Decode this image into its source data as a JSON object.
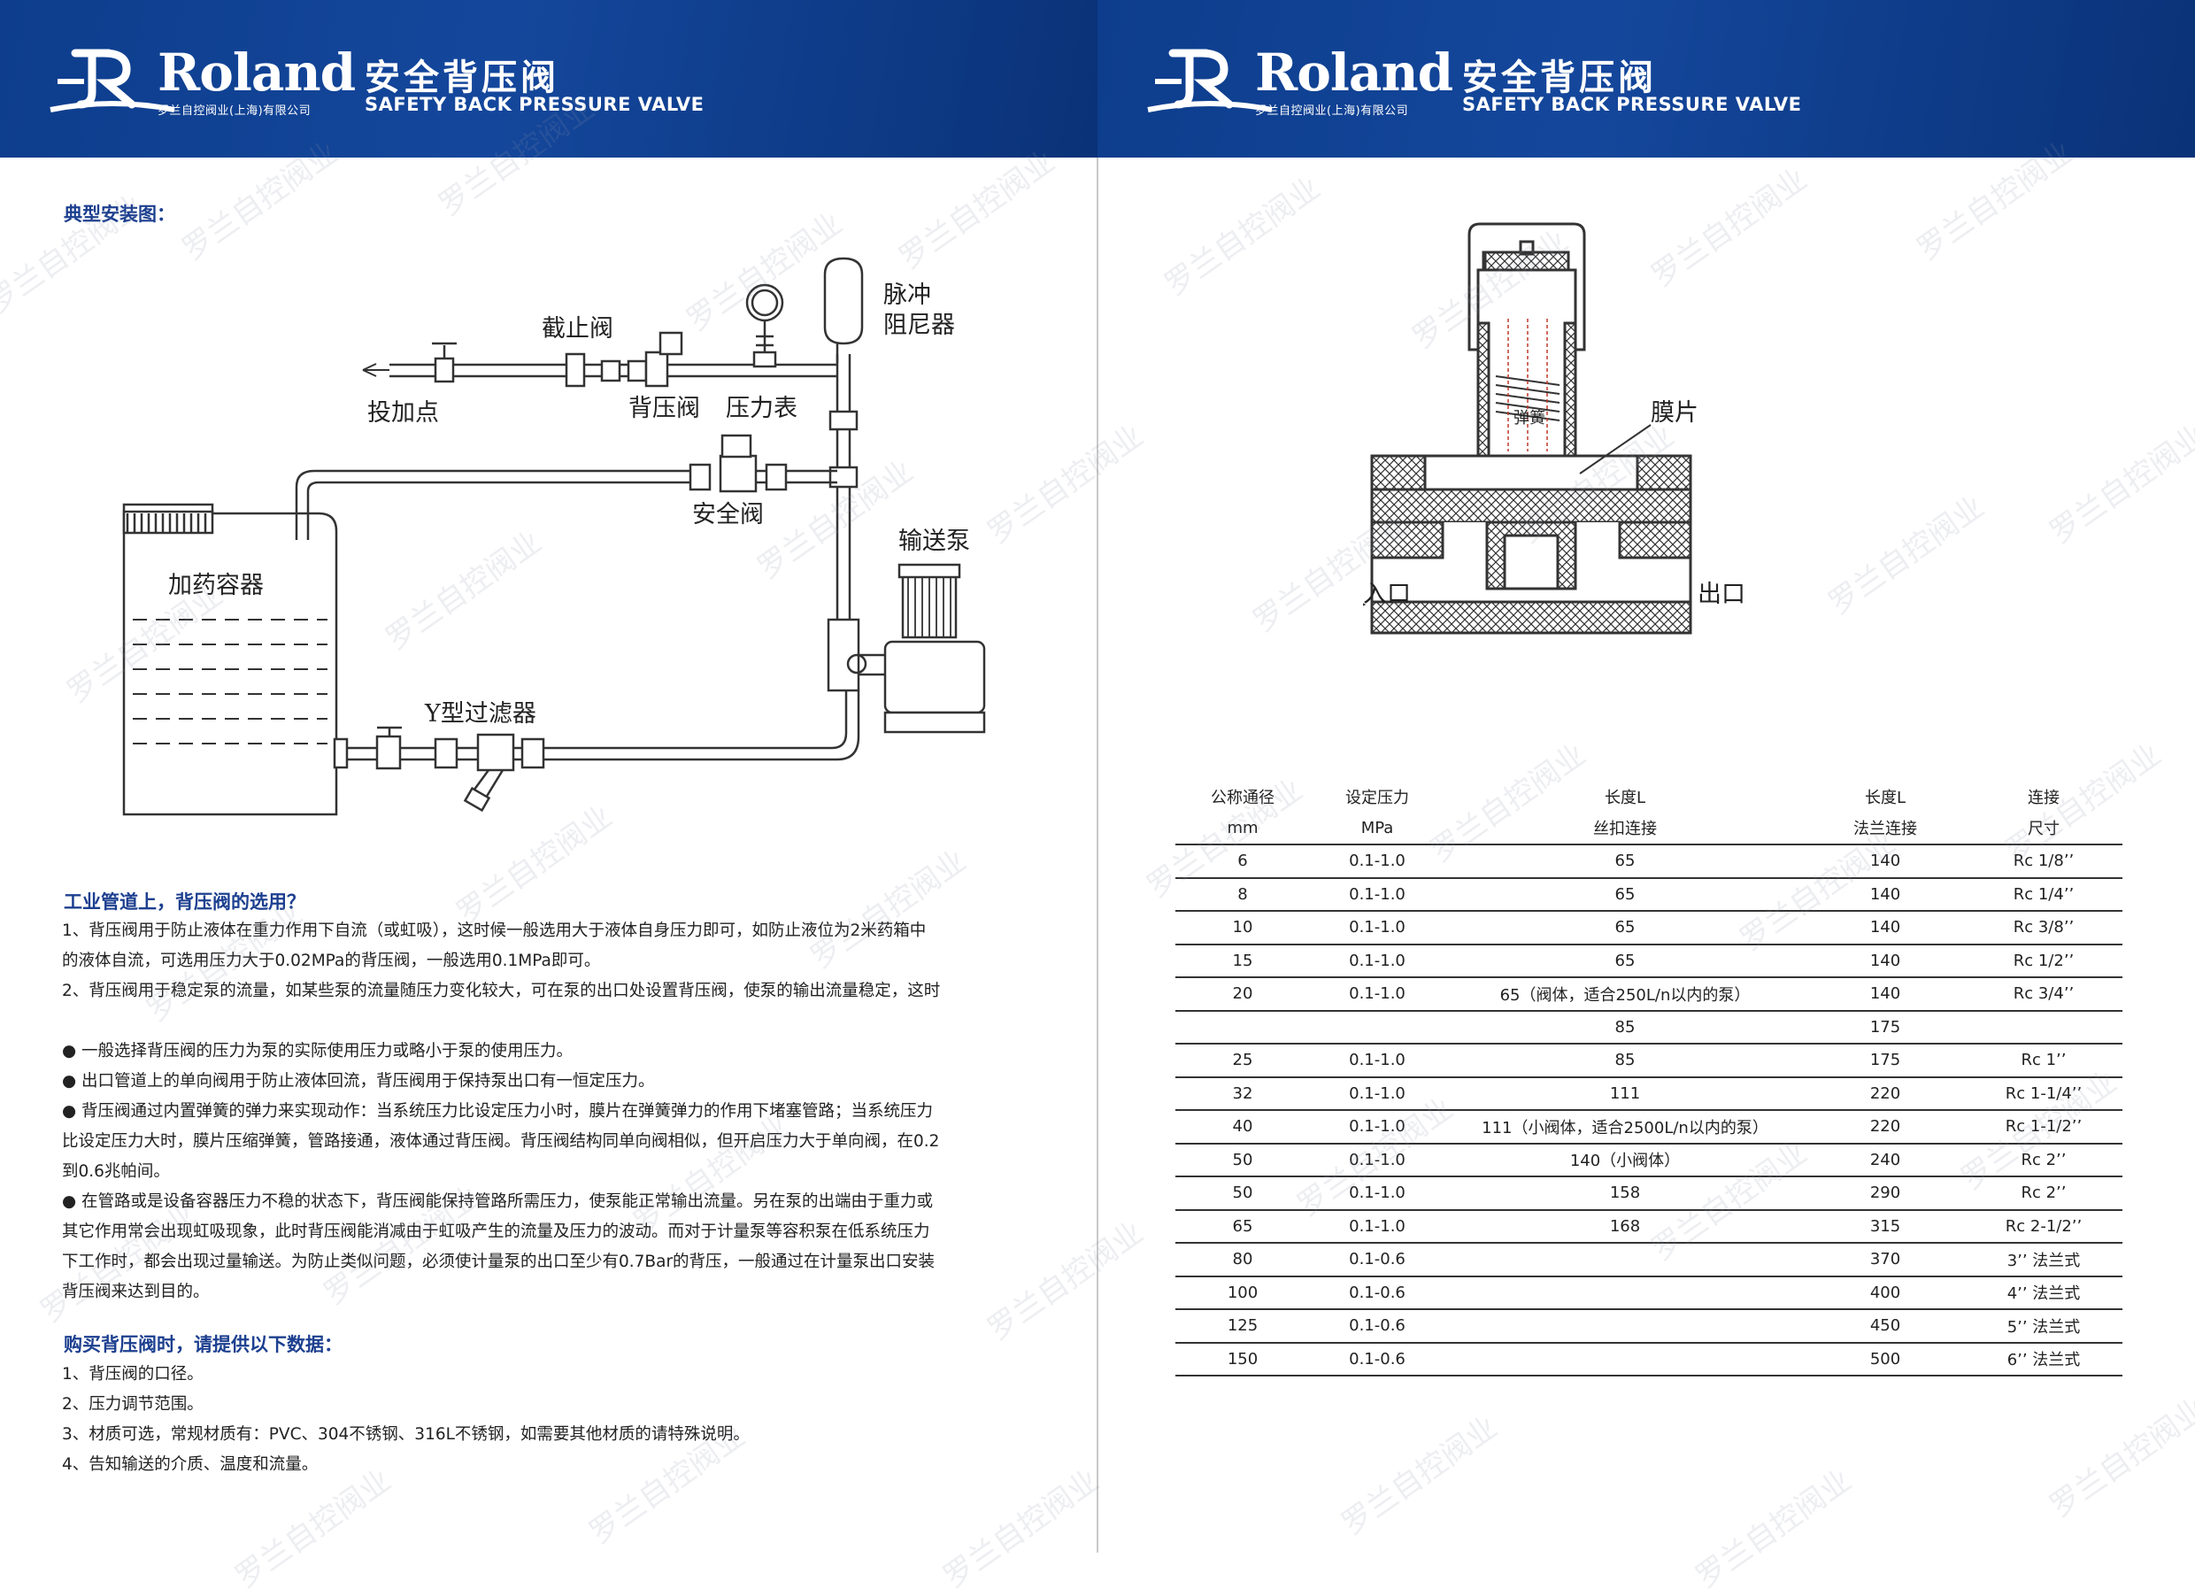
{
  "header": {
    "brand": "Roland",
    "brand_cn": "罗兰自控阀业(上海)有限公司",
    "title_cn": "安全背压阀",
    "title_en": "SAFETY BACK PRESSURE VALVE",
    "logo": "roland-jr-logo"
  },
  "watermark": "罗兰自控阀业",
  "left": {
    "install_title": "典型安装图：",
    "install_labels": {
      "stop_valve": "截止阀",
      "dosing_point": "投加点",
      "back_pressure_valve": "背压阀",
      "pressure_gauge": "压力表",
      "pulse_damper": "脉冲\n阻尼器",
      "safety_valve": "安全阀",
      "dosing_tank": "加药容器",
      "delivery_pump": "输送泵",
      "y_filter": "Y型过滤器"
    },
    "selection_title": "工业管道上，背压阀的选用？",
    "selection_lines": [
      "1、背压阀用于防止液体在重力作用下自流（或虹吸），这时候一般选用大于液体自身压力即可，如防止液位为2米药箱中",
      "的液体自流，可选用压力大于0.02MPa的背压阀，一般选用0.1MPa即可。",
      "2、背压阀用于稳定泵的流量，如某些泵的流量随压力变化较大，可在泵的出口处设置背压阀，使泵的输出流量稳定，这时",
      "",
      "●  一般选择背压阀的压力为泵的实际使用压力或略小于泵的使用压力。",
      "●  出口管道上的单向阀用于防止液体回流，背压阀用于保持泵出口有一恒定压力。",
      "●   背压阀通过内置弹簧的弹力来实现动作：当系统压力比设定压力小时，膜片在弹簧弹力的作用下堵塞管路；当系统压力",
      "比设定压力大时，膜片压缩弹簧，管路接通，液体通过背压阀。背压阀结构同单向阀相似，但开启压力大于单向阀，在0.2",
      "到0.6兆帕间。",
      "●   在管路或是设备容器压力不稳的状态下，背压阀能保持管路所需压力，使泵能正常输出流量。另在泵的出端由于重力或",
      "其它作用常会出现虹吸现象，此时背压阀能消减由于虹吸产生的流量及压力的波动。而对于计量泵等容积泵在低系统压力",
      "下工作时，都会出现过量输送。为防止类似问题，必须使计量泵的出口至少有0.7Bar的背压，一般通过在计量泵出口安装",
      "背压阀来达到目的。"
    ],
    "purchase_title": "购买背压阀时，请提供以下数据：",
    "purchase_lines": [
      "1、背压阀的口径。",
      "2、压力调节范围。",
      "3、材质可选，常规材质有：PVC、304不锈钢、316L不锈钢，如需要其他材质的请特殊说明。",
      "4、告知输送的介质、温度和流量。"
    ]
  },
  "right": {
    "diagram_labels": {
      "spring": "弹簧",
      "diaphragm": "膜片",
      "inlet": "入口",
      "outlet": "出口"
    },
    "table": {
      "header1": [
        "公称通径",
        "设定压力",
        "长度L",
        "长度L",
        "连接"
      ],
      "header2": [
        "mm",
        "MPa",
        "丝扣连接",
        "法兰连接",
        "尺寸"
      ],
      "rows": [
        [
          "6",
          "0.1-1.0",
          "65",
          "140",
          "Rc 1/8’’"
        ],
        [
          "8",
          "0.1-1.0",
          "65",
          "140",
          "Rc 1/4’’"
        ],
        [
          "10",
          "0.1-1.0",
          "65",
          "140",
          "Rc 3/8’’"
        ],
        [
          "15",
          "0.1-1.0",
          "65",
          "140",
          "Rc 1/2’’"
        ],
        [
          "20",
          "0.1-1.0",
          "65（阀体，适合250L/n以内的泵）",
          "140",
          "Rc 3/4’’"
        ],
        [
          "",
          "",
          "85",
          "175",
          ""
        ],
        [
          "25",
          "0.1-1.0",
          "85",
          "175",
          "Rc 1’’"
        ],
        [
          "32",
          "0.1-1.0",
          "111",
          "220",
          "Rc 1-1/4’’"
        ],
        [
          "40",
          "0.1-1.0",
          "111（小阀体，适合2500L/n以内的泵）",
          "220",
          "Rc 1-1/2’’"
        ],
        [
          "50",
          "0.1-1.0",
          "140（小阀体）",
          "240",
          "Rc 2’’"
        ],
        [
          "50",
          "0.1-1.0",
          "158",
          "290",
          "Rc 2’’"
        ],
        [
          "65",
          "0.1-1.0",
          "168",
          "315",
          "Rc 2-1/2’’"
        ],
        [
          "80",
          "0.1-0.6",
          "",
          "370",
          "3’’ 法兰式"
        ],
        [
          "100",
          "0.1-0.6",
          "",
          "400",
          "4’’ 法兰式"
        ],
        [
          "125",
          "0.1-0.6",
          "",
          "450",
          "5’’ 法兰式"
        ],
        [
          "150",
          "0.1-0.6",
          "",
          "500",
          "6’’ 法兰式"
        ]
      ]
    }
  }
}
